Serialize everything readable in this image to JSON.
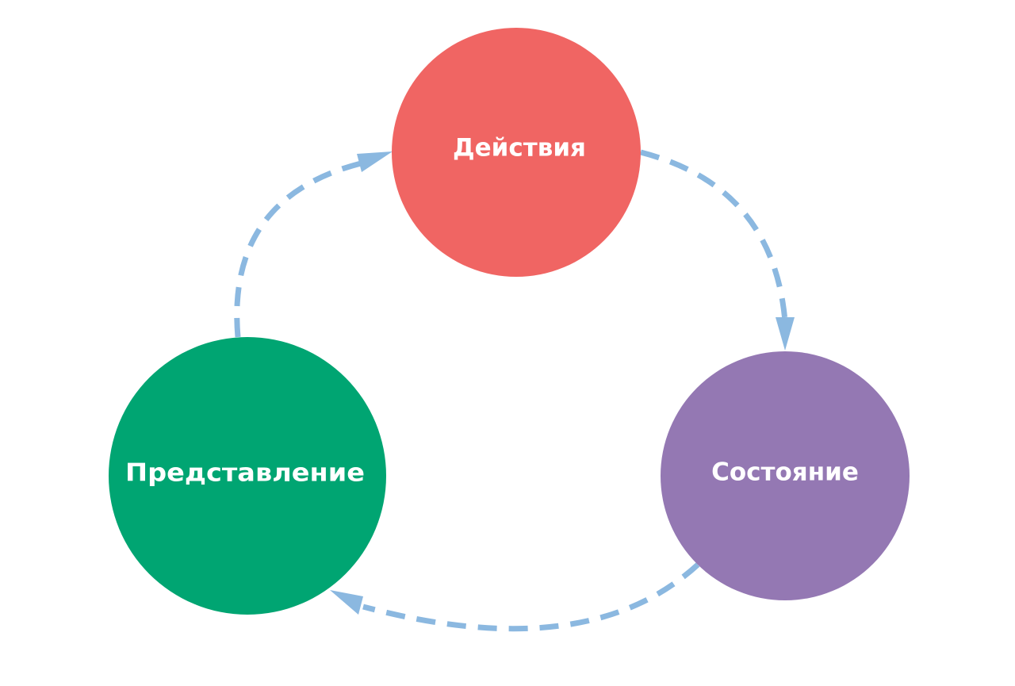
{
  "nodes": {
    "actions": {
      "label": "Действия",
      "color": "#f06563"
    },
    "state": {
      "label": "Состояние",
      "color": "#9478b3"
    },
    "view": {
      "label": "Представление",
      "color": "#00a572"
    }
  },
  "connector_color": "#8bb8e0",
  "flow": [
    {
      "from": "actions",
      "to": "state"
    },
    {
      "from": "state",
      "to": "view"
    },
    {
      "from": "view",
      "to": "actions"
    }
  ]
}
